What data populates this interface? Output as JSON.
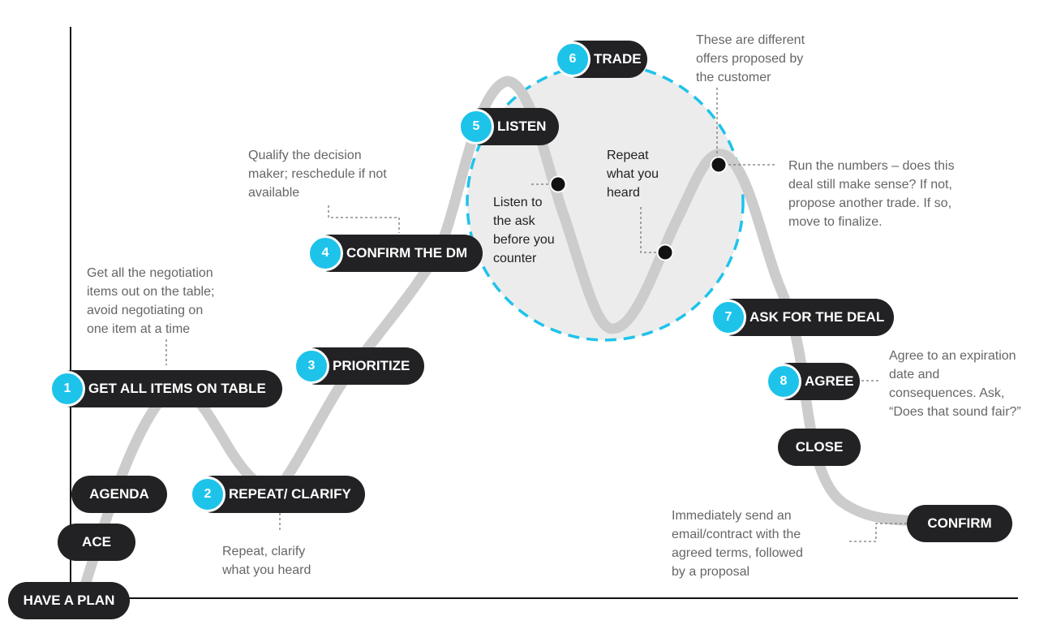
{
  "colors": {
    "accent": "#1ec3ea",
    "pill": "#222225",
    "curve": "#cccccc",
    "circle_fill": "#ececec",
    "note_text": "#666666"
  },
  "steps": {
    "have_a_plan": "HAVE A PLAN",
    "ace": "ACE",
    "agenda": "AGENDA",
    "s1": {
      "num": "1",
      "label": "GET ALL ITEMS ON TABLE"
    },
    "s2": {
      "num": "2",
      "label": "REPEAT/ CLARIFY"
    },
    "s3": {
      "num": "3",
      "label": "PRIORITIZE"
    },
    "s4": {
      "num": "4",
      "label": "CONFIRM THE DM"
    },
    "s5": {
      "num": "5",
      "label": "LISTEN"
    },
    "s6": {
      "num": "6",
      "label": "TRADE"
    },
    "s7": {
      "num": "7",
      "label": "ASK FOR THE DEAL"
    },
    "s8": {
      "num": "8",
      "label": "AGREE"
    },
    "close": "CLOSE",
    "confirm": "CONFIRM"
  },
  "notes": {
    "items": [
      "Get all the negotiation",
      "items out on the table;",
      "avoid negotiating on",
      "one item at a time"
    ],
    "repeat": [
      "Repeat, clarify",
      "what you heard"
    ],
    "qualify": [
      "Qualify the decision",
      "maker; reschedule if not",
      "available"
    ],
    "listen": [
      "Listen to",
      "the ask",
      "before you",
      "counter"
    ],
    "repeat_heard": [
      "Repeat",
      "what you",
      "heard"
    ],
    "offers": [
      "These are different",
      "offers proposed by",
      "the customer"
    ],
    "numbers": [
      "Run the numbers – does this",
      "deal still make sense? If not,",
      "propose another trade. If so,",
      "move to finalize."
    ],
    "expiration": [
      "Agree to an expiration",
      "date and",
      "consequences. Ask,",
      "“Does that sound fair?”"
    ],
    "send": [
      "Immediately send an",
      "email/contract with the",
      "agreed terms, followed",
      "by a proposal"
    ]
  }
}
